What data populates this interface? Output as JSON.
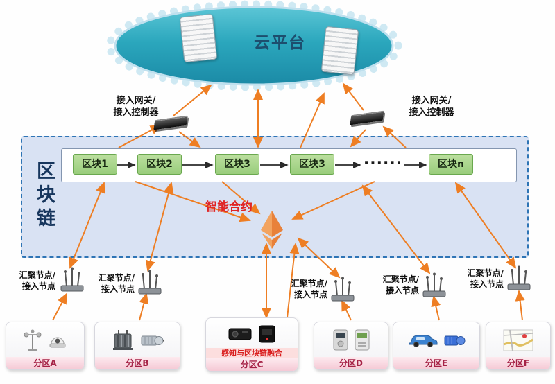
{
  "cloud": {
    "label": "云平台"
  },
  "gateways": {
    "left": {
      "label": "接入网关/\n接入控制器"
    },
    "right": {
      "label": "接入网关/\n接入控制器"
    }
  },
  "blockchain": {
    "title": "区块链",
    "blocks": [
      "区块1",
      "区块2",
      "区块3",
      "区块3",
      "······",
      "区块n"
    ],
    "smart_contract": "智能合约"
  },
  "nodes": [
    {
      "label": "汇聚节点/\n接入节点"
    },
    {
      "label": "汇聚节点/\n接入节点"
    },
    {
      "label": "汇聚节点/\n接入节点"
    },
    {
      "label": "汇聚节点/\n接入节点"
    },
    {
      "label": "汇聚节点/\n接入节点"
    }
  ],
  "partitions": [
    {
      "label": "分区A"
    },
    {
      "label": "分区B"
    },
    {
      "label": "分区C",
      "banner": "感知与区块链融合"
    },
    {
      "label": "分区D"
    },
    {
      "label": "分区E"
    },
    {
      "label": "分区F"
    }
  ],
  "colors": {
    "arrow_orange": "#ee7e23",
    "block_green": "#a9d18e",
    "blockchain_bg": "#dae3f3",
    "blockchain_border": "#2e74b5",
    "smart_contract_red": "#e02424",
    "cloud_teal": "#2aa6bc",
    "partition_label_pink": "#f5c9d5"
  }
}
